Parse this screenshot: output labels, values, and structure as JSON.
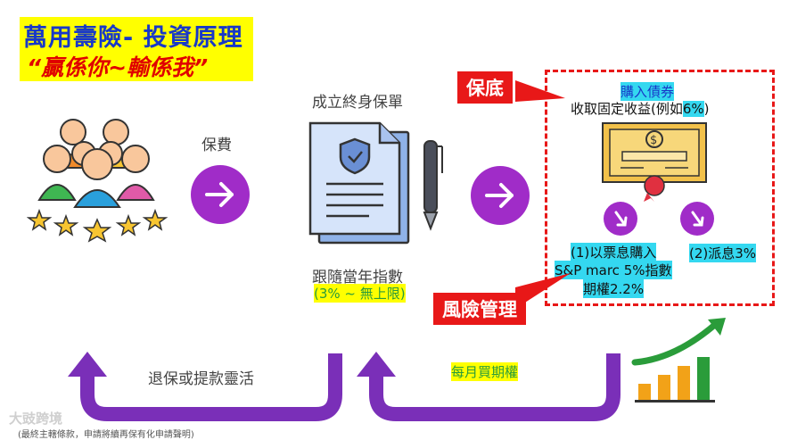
{
  "title": {
    "main": "萬用壽險- 投資原理",
    "sub": "“贏係你~輸係我”"
  },
  "labels": {
    "premium": "保費",
    "policy": "成立終身保單",
    "index_follow": "跟隨當年指數",
    "index_range": "(3% ~ 無上限)",
    "surrender": "退保或提款靈活",
    "monthly_options": "每月買期權"
  },
  "tags": {
    "guarantee": "保底",
    "risk": "風險管理"
  },
  "bond": {
    "buy": "購入債券",
    "income_prefix": "收取固定收益(例如",
    "income_rate": "6%",
    "income_suffix": ")"
  },
  "allocation": {
    "line1": "(1)以票息購入",
    "line2": "S&P marc 5%指數",
    "line3": "期權2.2%",
    "dividend": "(2)派息3%"
  },
  "watermark": "大豉跨境",
  "footer": "(最終主轄條款，申請將續再保有化申請聲明)",
  "colors": {
    "purple": "#a02cc8",
    "red": "#e81818",
    "cyan": "#34d8f0",
    "yellow": "#ffff00",
    "navy": "#1838c8",
    "green": "#2a9c3a",
    "orange": "#f2a218"
  },
  "icons": [
    "people-group-icon",
    "stars-icon",
    "arrow-right-icon",
    "document-shield-icon",
    "pen-icon",
    "certificate-icon",
    "arrow-down-icon",
    "bar-chart-growth-icon",
    "u-turn-arrow-icon"
  ]
}
